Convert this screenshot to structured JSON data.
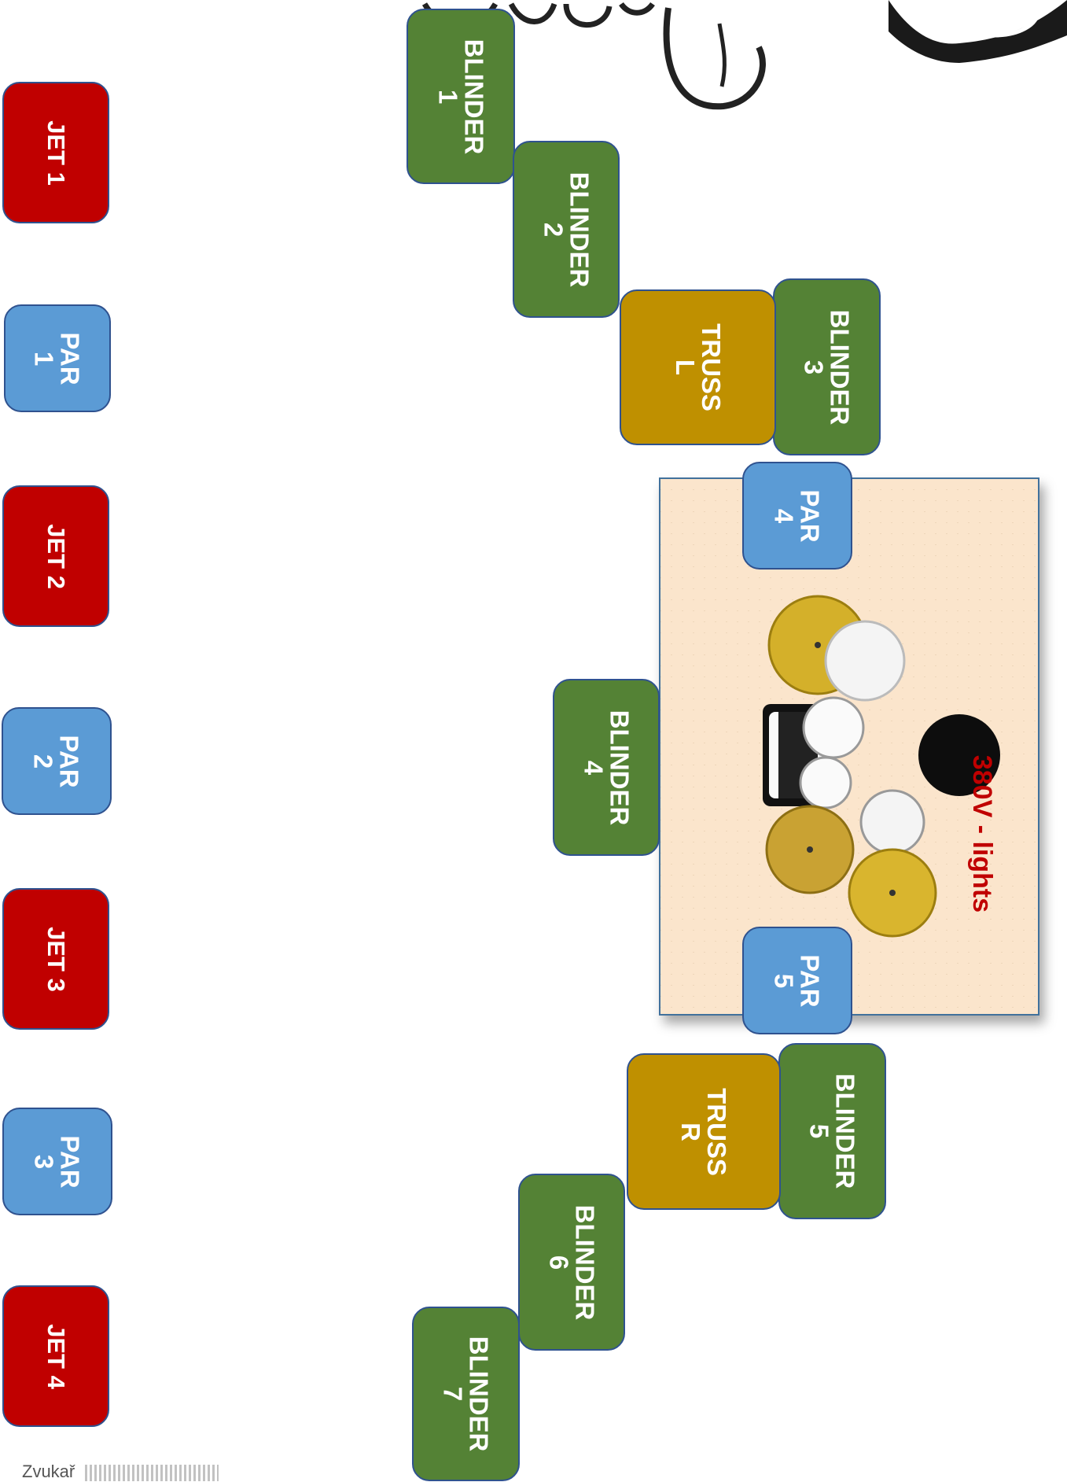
{
  "jets": [
    {
      "label": "JET 1"
    },
    {
      "label": "JET 2"
    },
    {
      "label": "JET 3"
    },
    {
      "label": "JET 4"
    }
  ],
  "pars": [
    {
      "label": "PAR\n1"
    },
    {
      "label": "PAR\n2"
    },
    {
      "label": "PAR\n3"
    },
    {
      "label": "PAR\n4"
    },
    {
      "label": "PAR\n5"
    }
  ],
  "blinders": [
    {
      "label": "BLINDER\n1"
    },
    {
      "label": "BLINDER\n2"
    },
    {
      "label": "BLINDER\n3"
    },
    {
      "label": "BLINDER\n4"
    },
    {
      "label": "BLINDER\n5"
    },
    {
      "label": "BLINDER\n6"
    },
    {
      "label": "BLINDER\n7"
    }
  ],
  "trusses": [
    {
      "label": "TRUSS\nL"
    },
    {
      "label": "TRUSS\nR"
    }
  ],
  "stage": {
    "label": "380V - lights"
  },
  "credit": {
    "text": "Zvukař"
  },
  "colors": {
    "jet": "#c00000",
    "par": "#5b9bd5",
    "blinder": "#548235",
    "truss": "#bf9000",
    "stage": "#fbe5cc",
    "stage_label": "#c00000"
  }
}
